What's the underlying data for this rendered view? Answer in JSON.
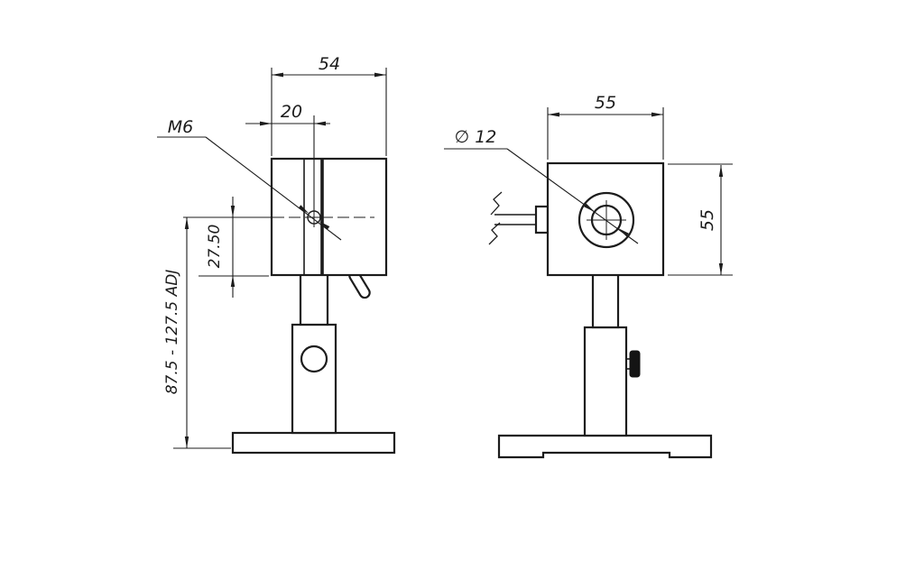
{
  "drawing": {
    "type": "technical-drawing",
    "description": "Two-view dimensioned drawing of a laser sensor head on an adjustable post mount",
    "background_color": "#ffffff",
    "line_color": "#1c1c1c",
    "side_view": {
      "dimensions": {
        "total_width": "54",
        "hole_offset": "20",
        "thread_callout": "M6",
        "center_to_body_bottom": "27.50",
        "height_adjust_range": "87.5 - 127.5 ADJ"
      }
    },
    "front_view": {
      "dimensions": {
        "width": "55",
        "height": "55",
        "aperture_diameter": "∅ 12"
      }
    }
  }
}
